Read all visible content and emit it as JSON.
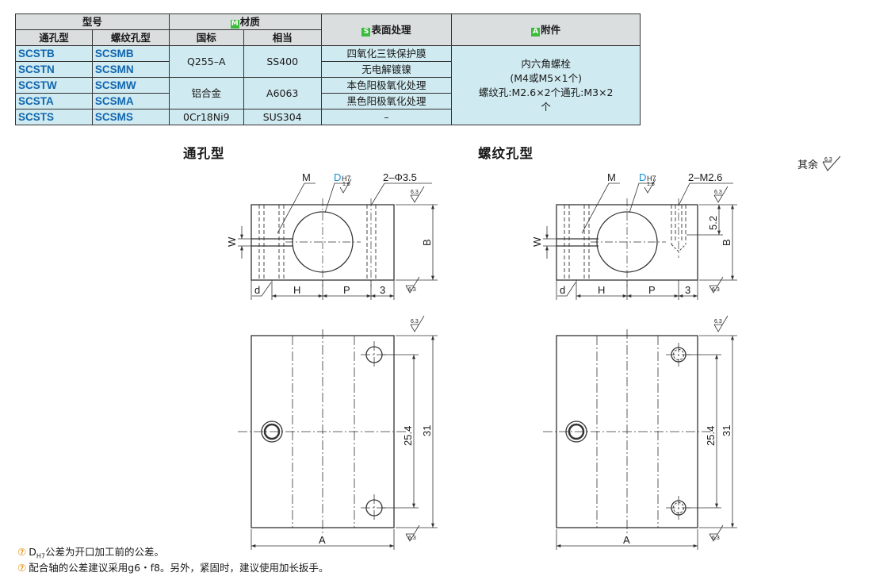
{
  "table": {
    "header": {
      "model": "型号",
      "material": "材质",
      "surface": "表面处理",
      "accessory": "附件",
      "through": "通孔型",
      "thread": "螺纹孔型",
      "gb": "国标",
      "equiv": "相当",
      "tag_m": "M",
      "tag_s": "S",
      "tag_a": "A"
    },
    "rows": [
      {
        "through": "SCSTB",
        "thread": "SCSMB",
        "surface": "四氧化三铁保护膜"
      },
      {
        "through": "SCSTN",
        "thread": "SCSMN",
        "surface": "无电解镀镍"
      },
      {
        "through": "SCSTW",
        "thread": "SCSMW",
        "surface": "本色阳极氧化处理"
      },
      {
        "through": "SCSTA",
        "thread": "SCSMA",
        "surface": "黑色阳极氧化处理"
      },
      {
        "through": "SCSTS",
        "thread": "SCSMS",
        "surface": "–"
      }
    ],
    "materials": [
      {
        "gb": "Q255–A",
        "equiv": "SS400"
      },
      {
        "gb": "铝合金",
        "equiv": "A6063"
      },
      {
        "gb": "0Cr18Ni9",
        "equiv": "SUS304"
      }
    ],
    "accessory_lines": [
      "内六角螺栓",
      "(M4或M5×1个)",
      "螺纹孔:M2.6×2个通孔:M3×2",
      "个"
    ]
  },
  "titles": {
    "through": "通孔型",
    "thread": "螺纹孔型",
    "rest": "其余"
  },
  "drawing": {
    "labels": {
      "M": "M",
      "D": "D",
      "H7": "H7",
      "W": "W",
      "B": "B",
      "d": "d",
      "H": "H",
      "P": "P",
      "three": "3",
      "A": "A",
      "dim_25_4": "25.4",
      "dim_31": "31",
      "dim_5_2": "5.2",
      "hole_through": "2–Φ3.5",
      "hole_thread": "2–M2.6",
      "rough": "6.3",
      "rough_small": "1.6"
    }
  },
  "notes": {
    "mark": "⑦",
    "note1_pre": "D",
    "note1_sub": "H7",
    "note1_post": "公差为开口加工前的公差。",
    "note2": "配合轴的公差建议采用g6・f8。另外，紧固时，建议使用加长扳手。"
  },
  "colors": {
    "table_bg": "#cfeaf0",
    "header_bg": "#dadedf",
    "code_blue": "#1166b0",
    "tag_green": "#3dbb3d",
    "D_blue": "#1a8fd0",
    "note_mark": "#e08a00"
  }
}
